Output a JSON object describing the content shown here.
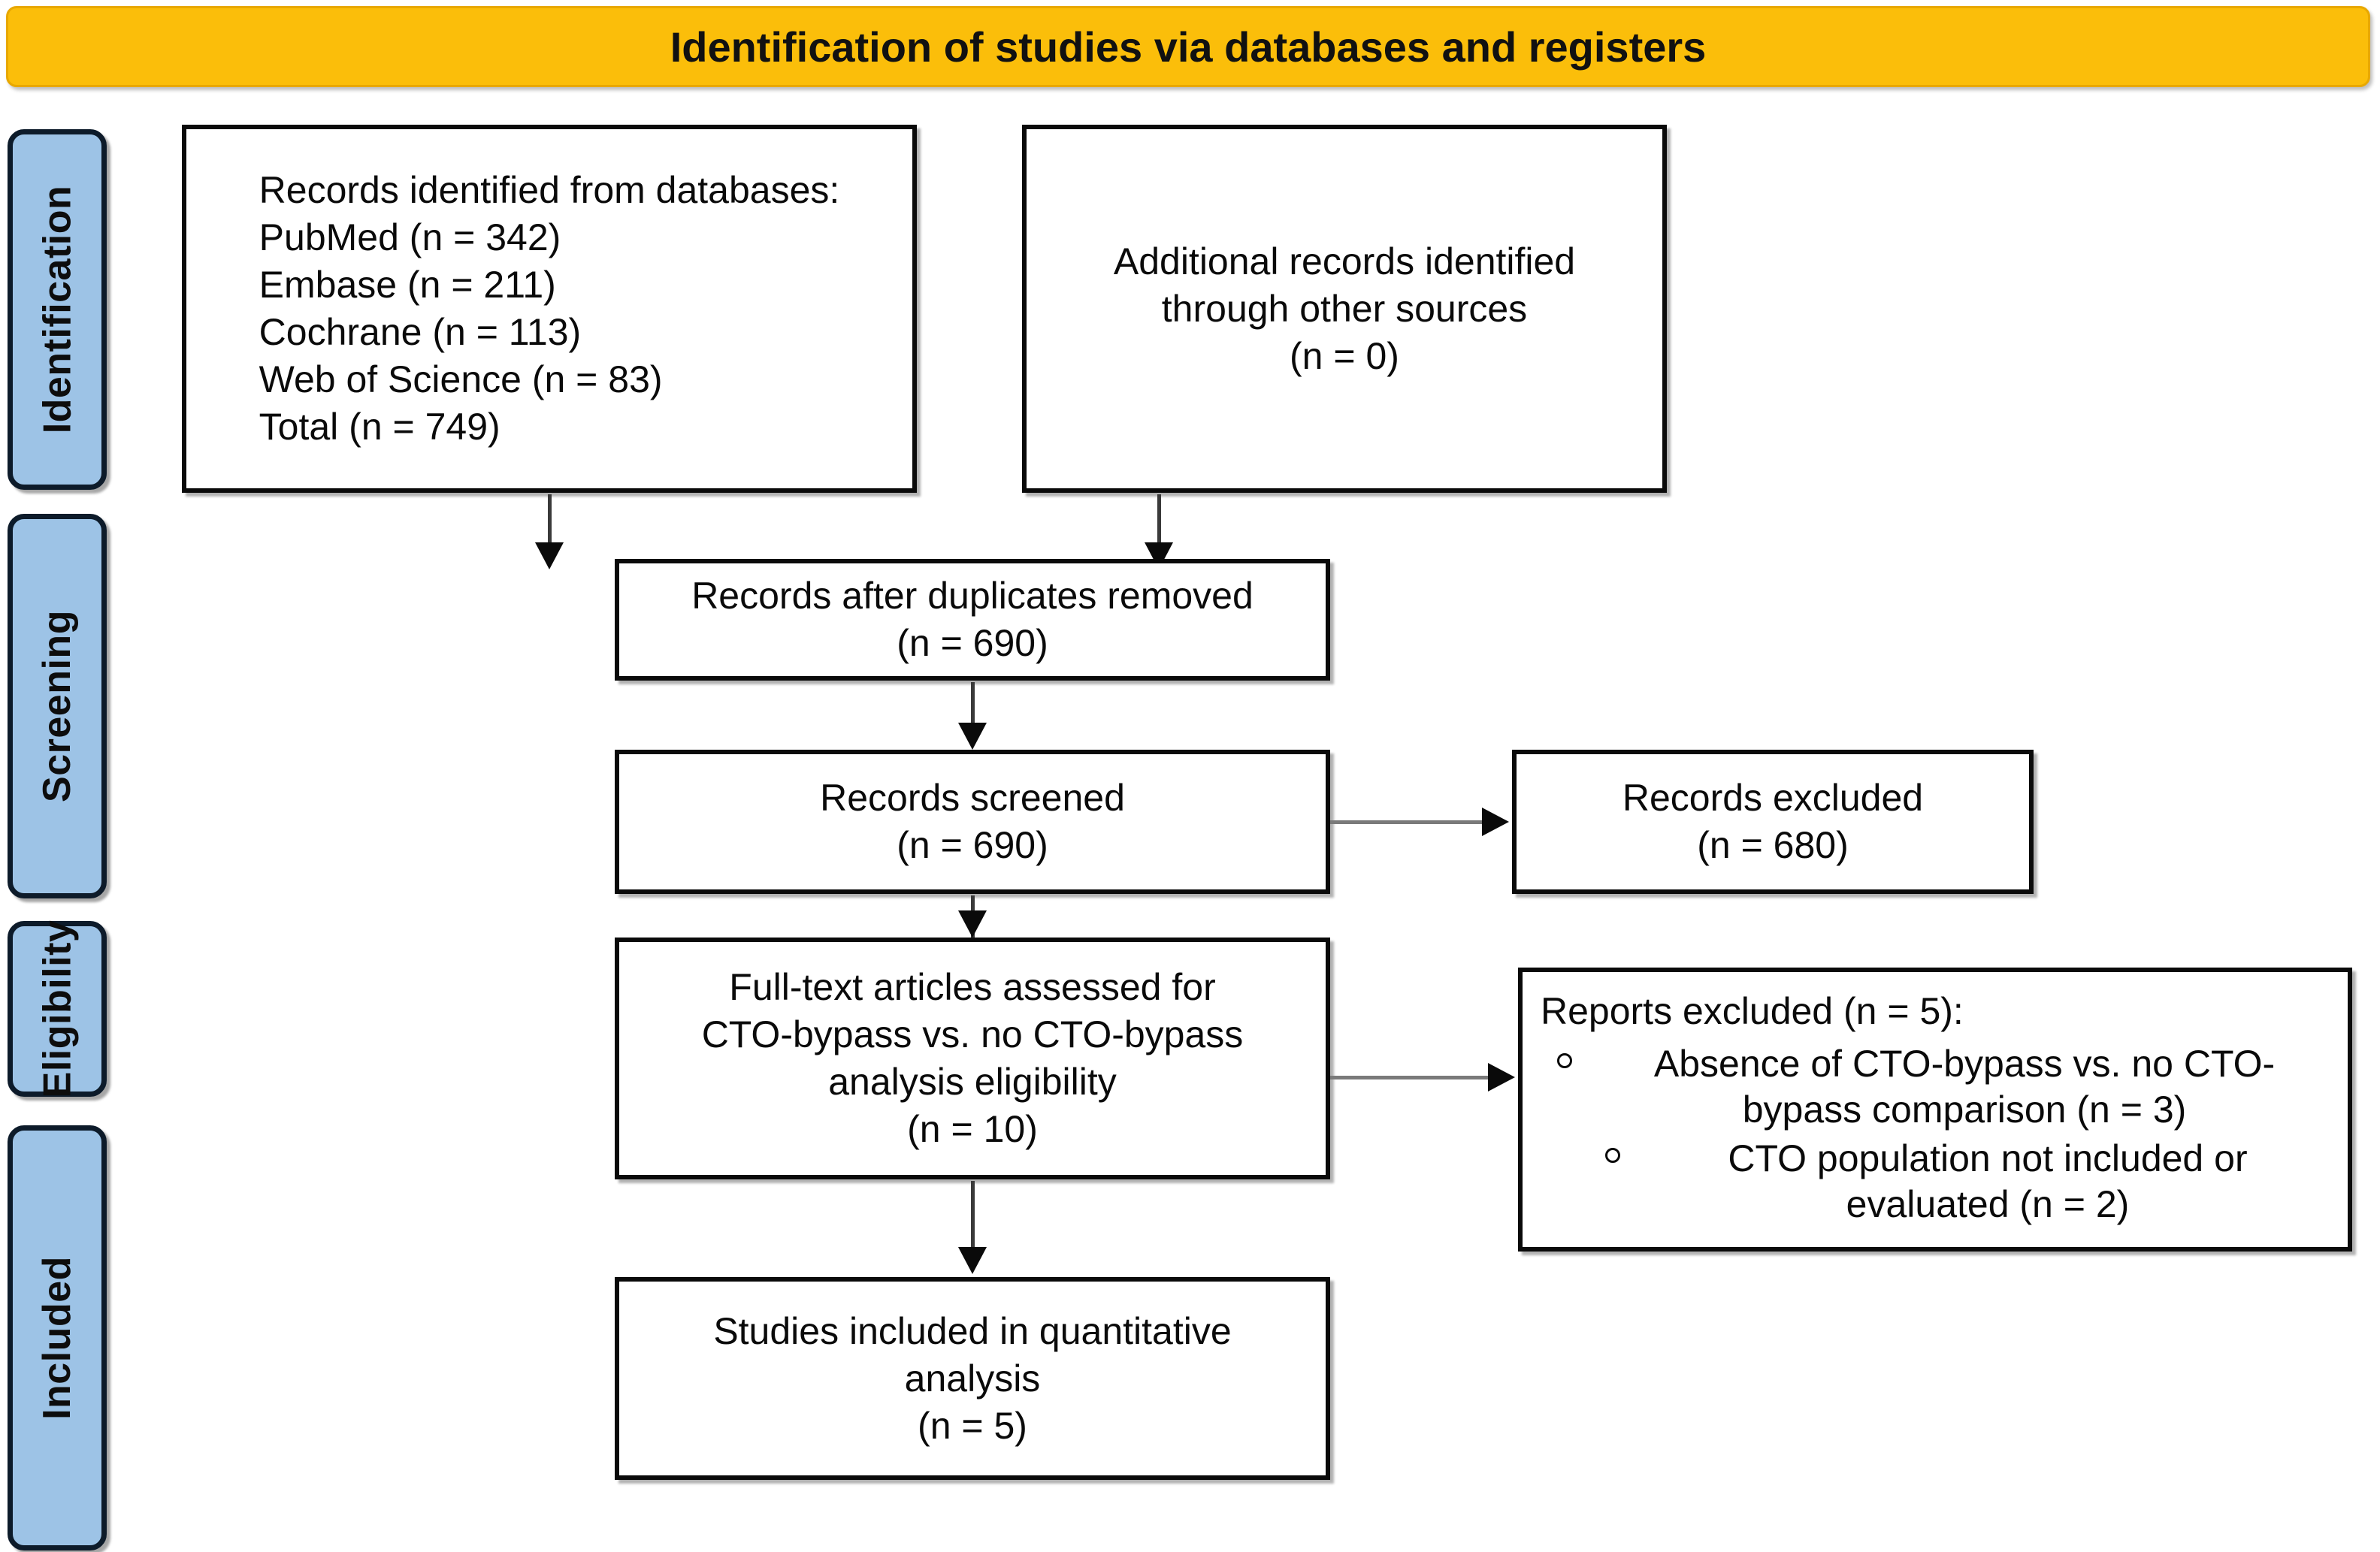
{
  "banner": {
    "title": "Identification of studies via databases and registers"
  },
  "stages": [
    {
      "id": "identification",
      "label": "Identification"
    },
    {
      "id": "screening",
      "label": "Screening"
    },
    {
      "id": "eligibility",
      "label": "Eligibility"
    },
    {
      "id": "included",
      "label": "Included"
    }
  ],
  "boxes": {
    "identified": {
      "lines": [
        "Records identified from databases:",
        "PubMed (n = 342)",
        "Embase (n = 211)",
        "Cochrane (n = 113)",
        "Web of Science (n = 83)",
        "Total (n = 749)"
      ]
    },
    "additional": {
      "lines": [
        "Additional records identified",
        "through other sources",
        "(n = 0)"
      ]
    },
    "duplicates": {
      "lines": [
        "Records after duplicates removed",
        "(n = 690)"
      ]
    },
    "screened": {
      "lines": [
        "Records screened",
        "(n = 690)"
      ]
    },
    "excluded_records": {
      "lines": [
        "Records excluded",
        "(n = 680)"
      ]
    },
    "fulltext": {
      "lines": [
        "Full-text articles assessed for",
        "CTO-bypass vs. no CTO-bypass",
        "analysis eligibility",
        "(n = 10)"
      ]
    },
    "reports_excluded": {
      "heading": "Reports excluded (n = 5):",
      "items": [
        "Absence of CTO-bypass vs. no CTO-bypass comparison (n = 3)",
        "CTO population not included or evaluated (n = 2)"
      ]
    },
    "included": {
      "lines": [
        "Studies included in quantitative",
        "analysis",
        "(n = 5)"
      ]
    }
  },
  "colors": {
    "banner_fill": "#FBBE0A",
    "stage_tab_fill": "#9DC3E6",
    "box_border": "#0A0A0A",
    "connector": "#3A3A3A"
  },
  "chart_data": {
    "type": "diagram",
    "title": "Identification of studies via databases and registers",
    "nodes": [
      {
        "id": "identified",
        "stage": "Identification",
        "label": "Records identified from databases: PubMed (n = 342); Embase (n = 211); Cochrane (n = 113); Web of Science (n = 83); Total (n = 749)",
        "n": 749
      },
      {
        "id": "additional",
        "stage": "Identification",
        "label": "Additional records identified through other sources (n = 0)",
        "n": 0
      },
      {
        "id": "duplicates",
        "stage": "Screening",
        "label": "Records after duplicates removed (n = 690)",
        "n": 690
      },
      {
        "id": "screened",
        "stage": "Screening",
        "label": "Records screened (n = 690)",
        "n": 690
      },
      {
        "id": "excluded_records",
        "stage": "Screening",
        "label": "Records excluded (n = 680)",
        "n": 680
      },
      {
        "id": "fulltext",
        "stage": "Eligibility",
        "label": "Full-text articles assessed for CTO-bypass vs. no CTO-bypass analysis eligibility (n = 10)",
        "n": 10
      },
      {
        "id": "reports_excluded",
        "stage": "Eligibility",
        "label": "Reports excluded (n = 5)",
        "n": 5
      },
      {
        "id": "included",
        "stage": "Included",
        "label": "Studies included in quantitative analysis (n = 5)",
        "n": 5
      }
    ],
    "edges": [
      {
        "from": "identified",
        "to": "duplicates"
      },
      {
        "from": "additional",
        "to": "duplicates"
      },
      {
        "from": "duplicates",
        "to": "screened"
      },
      {
        "from": "screened",
        "to": "excluded_records"
      },
      {
        "from": "screened",
        "to": "fulltext"
      },
      {
        "from": "fulltext",
        "to": "reports_excluded"
      },
      {
        "from": "fulltext",
        "to": "included"
      }
    ]
  }
}
